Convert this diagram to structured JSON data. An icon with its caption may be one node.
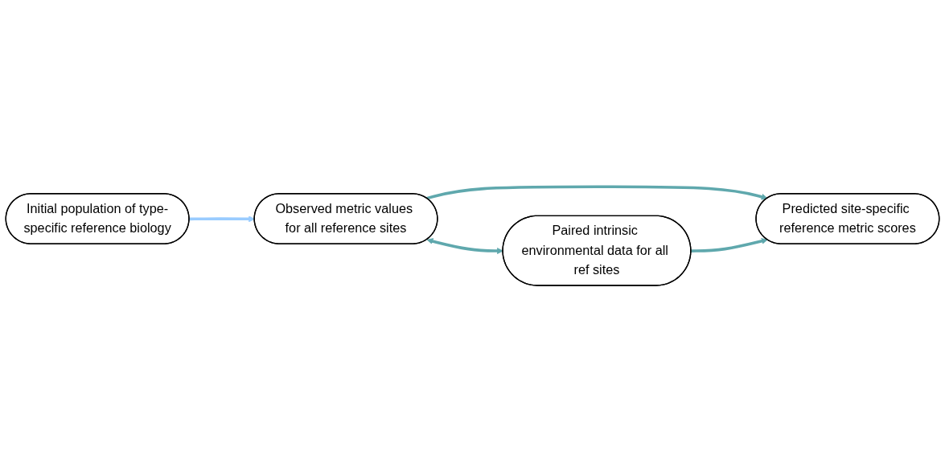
{
  "diagram": {
    "nodes": [
      {
        "text": [
          "Initial population of type-specific reference biology"
        ]
      },
      {
        "text": [
          "Observed metric values for all reference sites"
        ]
      },
      {
        "text": [
          "Predicted site-specific reference metric scores"
        ]
      },
      {
        "text": [
          "Paired intrinsic environmental data for all ref sites"
        ]
      }
    ],
    "edges": [
      {
        "from": 0,
        "to": 1,
        "arrow": "to",
        "color": "#99ccff"
      },
      {
        "from": 1,
        "to": 3,
        "arrow": "both"
      },
      {
        "from": 1,
        "to": 2,
        "arrow": "to"
      },
      {
        "from": 3,
        "to": 2,
        "arrow": "to"
      }
    ]
  }
}
